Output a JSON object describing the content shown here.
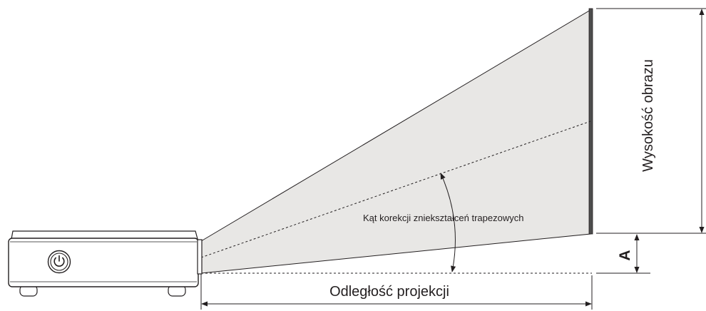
{
  "labels": {
    "image_height": "Wysokość obrazu",
    "projection_distance": "Odległość projekcji",
    "keystone_angle": "Kąt korekcji zniekształceń trapezowych",
    "offset": "A"
  },
  "icons": {
    "power": "power-icon"
  },
  "colors": {
    "beam_fill": "#e8e7e5",
    "line": "#231f20",
    "screen": "#4d4d4d"
  }
}
